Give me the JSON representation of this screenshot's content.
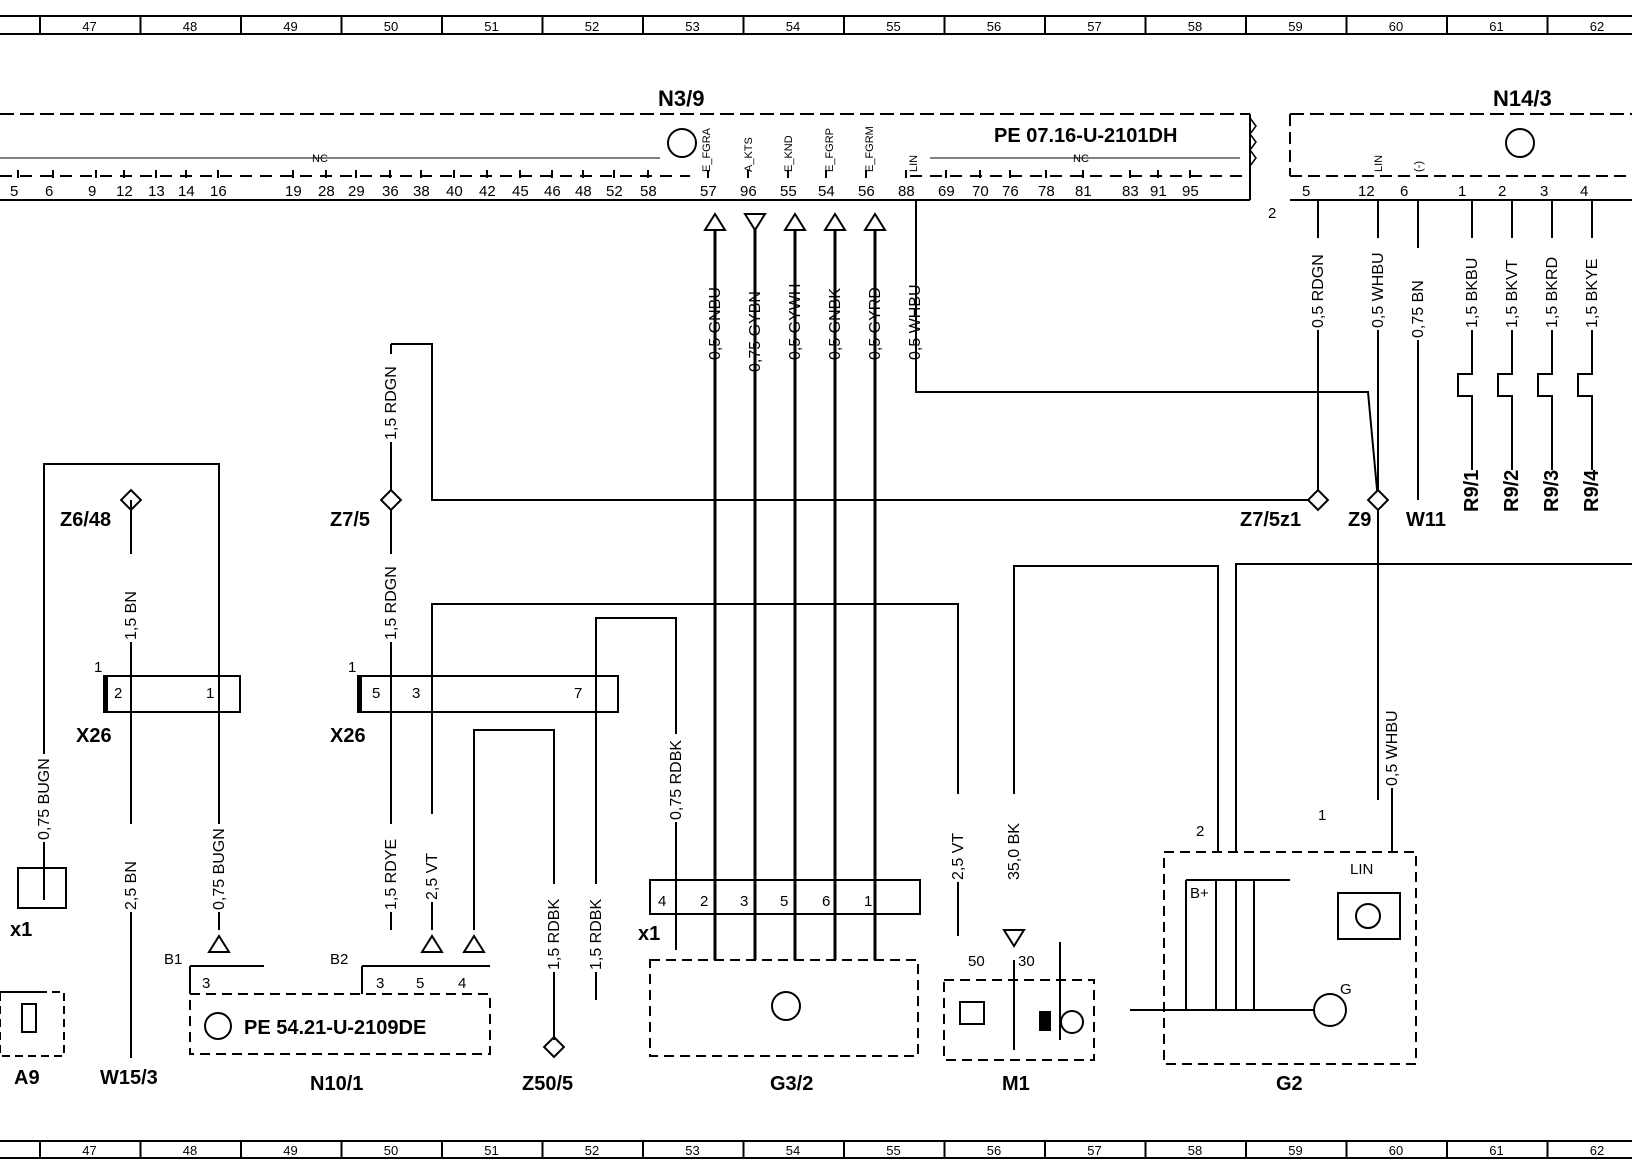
{
  "grid_columns": [
    "47",
    "48",
    "49",
    "50",
    "51",
    "52",
    "53",
    "54",
    "55",
    "56",
    "57",
    "58",
    "59",
    "60",
    "61",
    "62"
  ],
  "components": {
    "n3_9": {
      "name": "N3/9",
      "ref": "PE  07.16-U-2101DH",
      "nc": "NC",
      "pins": [
        "5",
        "6",
        "9",
        "12",
        "13",
        "14",
        "16",
        "19",
        "28",
        "29",
        "36",
        "38",
        "40",
        "42",
        "45",
        "46",
        "48",
        "52",
        "58",
        "57",
        "96",
        "55",
        "54",
        "56",
        "88",
        "69",
        "70",
        "76",
        "78",
        "81",
        "83",
        "91",
        "95"
      ],
      "signals": [
        "E_FGRA",
        "A_KTS",
        "E_KND",
        "E_FGRP",
        "E_FGRM",
        "LIN"
      ]
    },
    "n14_3": {
      "name": "N14/3",
      "pins": [
        "5",
        "12",
        "6",
        "1",
        "2",
        "3",
        "4"
      ],
      "signals": [
        "LIN",
        "(-)"
      ],
      "side": "2"
    },
    "a9": {
      "name": "A9"
    },
    "x1_left": {
      "name": "x1"
    },
    "x26_a": {
      "name": "X26",
      "pins": [
        "2",
        "1"
      ],
      "index": "1"
    },
    "x26_b": {
      "name": "X26",
      "pins": [
        "5",
        "3",
        "7"
      ],
      "index": "1"
    },
    "b1": {
      "name": "B1",
      "pin": "3"
    },
    "b2": {
      "name": "B2",
      "pins": [
        "3",
        "5",
        "4"
      ]
    },
    "n10_1": {
      "name": "N10/1",
      "ref": "PE  54.21-U-2109DE"
    },
    "z50_5": {
      "name": "Z50/5"
    },
    "x1_mid": {
      "name": "x1",
      "pins": [
        "4",
        "2",
        "3",
        "5",
        "6",
        "1"
      ]
    },
    "g3_2": {
      "name": "G3/2"
    },
    "m1": {
      "name": "M1",
      "terminals": [
        "50",
        "30"
      ]
    },
    "g2": {
      "name": "G2",
      "pins": [
        "2",
        "1"
      ],
      "index": "1",
      "b_plus": "B+",
      "g": "G",
      "lin": "LIN"
    },
    "w15_3": {
      "name": "W15/3"
    },
    "z6_48": {
      "name": "Z6/48"
    },
    "z7_5": {
      "name": "Z7/5"
    },
    "z7_5z1": {
      "name": "Z7/5z1"
    },
    "z9": {
      "name": "Z9"
    },
    "w11": {
      "name": "W11"
    },
    "r9": [
      "R9/1",
      "R9/2",
      "R9/3",
      "R9/4"
    ]
  },
  "wires": {
    "gnbu": "0,5  GNBU",
    "gybn": "0,75  GYBN",
    "gywh": "0,5  GYWH",
    "gnbk": "0,5  GNBK",
    "gyrd": "0,5  GYRD",
    "whbu": "0,5  WHBU",
    "rdgn_top": "1,5  RDGN",
    "rdgn_mid": "1,5  RDGN",
    "n14_rdgn": "0,5  RDGN",
    "n14_whbu": "0,5  WHBU",
    "n14_bn": "0,75  BN",
    "bkbu": "1,5  BKBU",
    "bkvt": "1,5  BKVT",
    "bkrd": "1,5  BKRD",
    "bkye": "1,5  BKYE",
    "bn_top": "1,5  BN",
    "bn_bot": "2,5  BN",
    "bugn_left": "0,75  BUGN",
    "bugn_mid": "0,75  BUGN",
    "rdye": "1,5  RDYE",
    "vt_b2": "2,5  VT",
    "rdbk_a": "1,5  RDBK",
    "rdbk_b": "1,5  RDBK",
    "rdbk_075": "0,75  RDBK",
    "vt_m1": "2,5  VT",
    "bk_35": "35,0  BK",
    "whbu_g2": "0,5  WHBU"
  },
  "misc": {
    "c1": "1",
    "c2": "2"
  }
}
